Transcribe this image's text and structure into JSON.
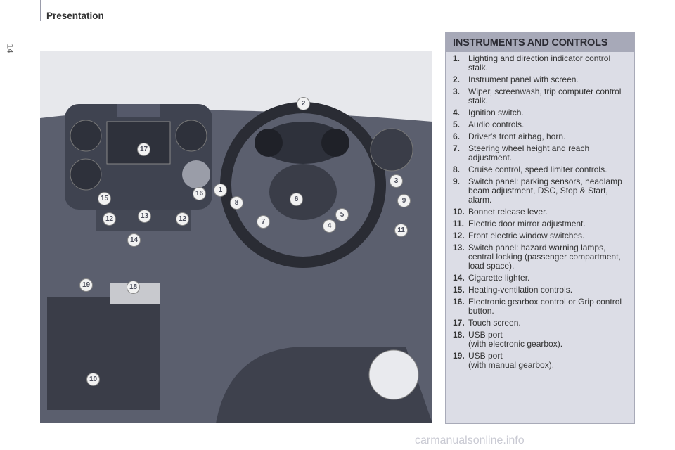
{
  "header": {
    "title": "Presentation",
    "page_number": "14"
  },
  "panel": {
    "title": "INSTRUMENTS AND CONTROLS",
    "items": [
      {
        "n": "1.",
        "text": "Lighting and direction indicator control stalk."
      },
      {
        "n": "2.",
        "text": "Instrument panel with screen."
      },
      {
        "n": "3.",
        "text": "Wiper, screenwash, trip computer control stalk."
      },
      {
        "n": "4.",
        "text": "Ignition switch."
      },
      {
        "n": "5.",
        "text": "Audio controls."
      },
      {
        "n": "6.",
        "text": "Driver's front airbag, horn."
      },
      {
        "n": "7.",
        "text": "Steering wheel height and reach adjustment."
      },
      {
        "n": "8.",
        "text": "Cruise control, speed limiter controls."
      },
      {
        "n": "9.",
        "text": "Switch panel: parking sensors, headlamp beam adjustment, DSC, Stop & Start, alarm."
      },
      {
        "n": "10.",
        "text": "Bonnet release lever."
      },
      {
        "n": "11.",
        "text": "Electric door mirror adjustment."
      },
      {
        "n": "12.",
        "text": "Front electric window switches."
      },
      {
        "n": "13.",
        "text": "Switch panel: hazard warning lamps, central locking (passenger compartment, load space)."
      },
      {
        "n": "14.",
        "text": "Cigarette lighter."
      },
      {
        "n": "15.",
        "text": "Heating-ventilation controls."
      },
      {
        "n": "16.",
        "text": "Electronic gearbox control or Grip control button."
      },
      {
        "n": "17.",
        "text": "Touch screen."
      },
      {
        "n": "18.",
        "text": "USB port\n(with electronic gearbox)."
      },
      {
        "n": "19.",
        "text": "USB port\n(with manual gearbox)."
      }
    ]
  },
  "callouts": [
    "2",
    "17",
    "16",
    "1",
    "15",
    "3",
    "9",
    "11",
    "8",
    "6",
    "5",
    "4",
    "7",
    "12",
    "13",
    "12",
    "14",
    "19",
    "18",
    "10"
  ],
  "watermark": "carmanualsonline.info"
}
